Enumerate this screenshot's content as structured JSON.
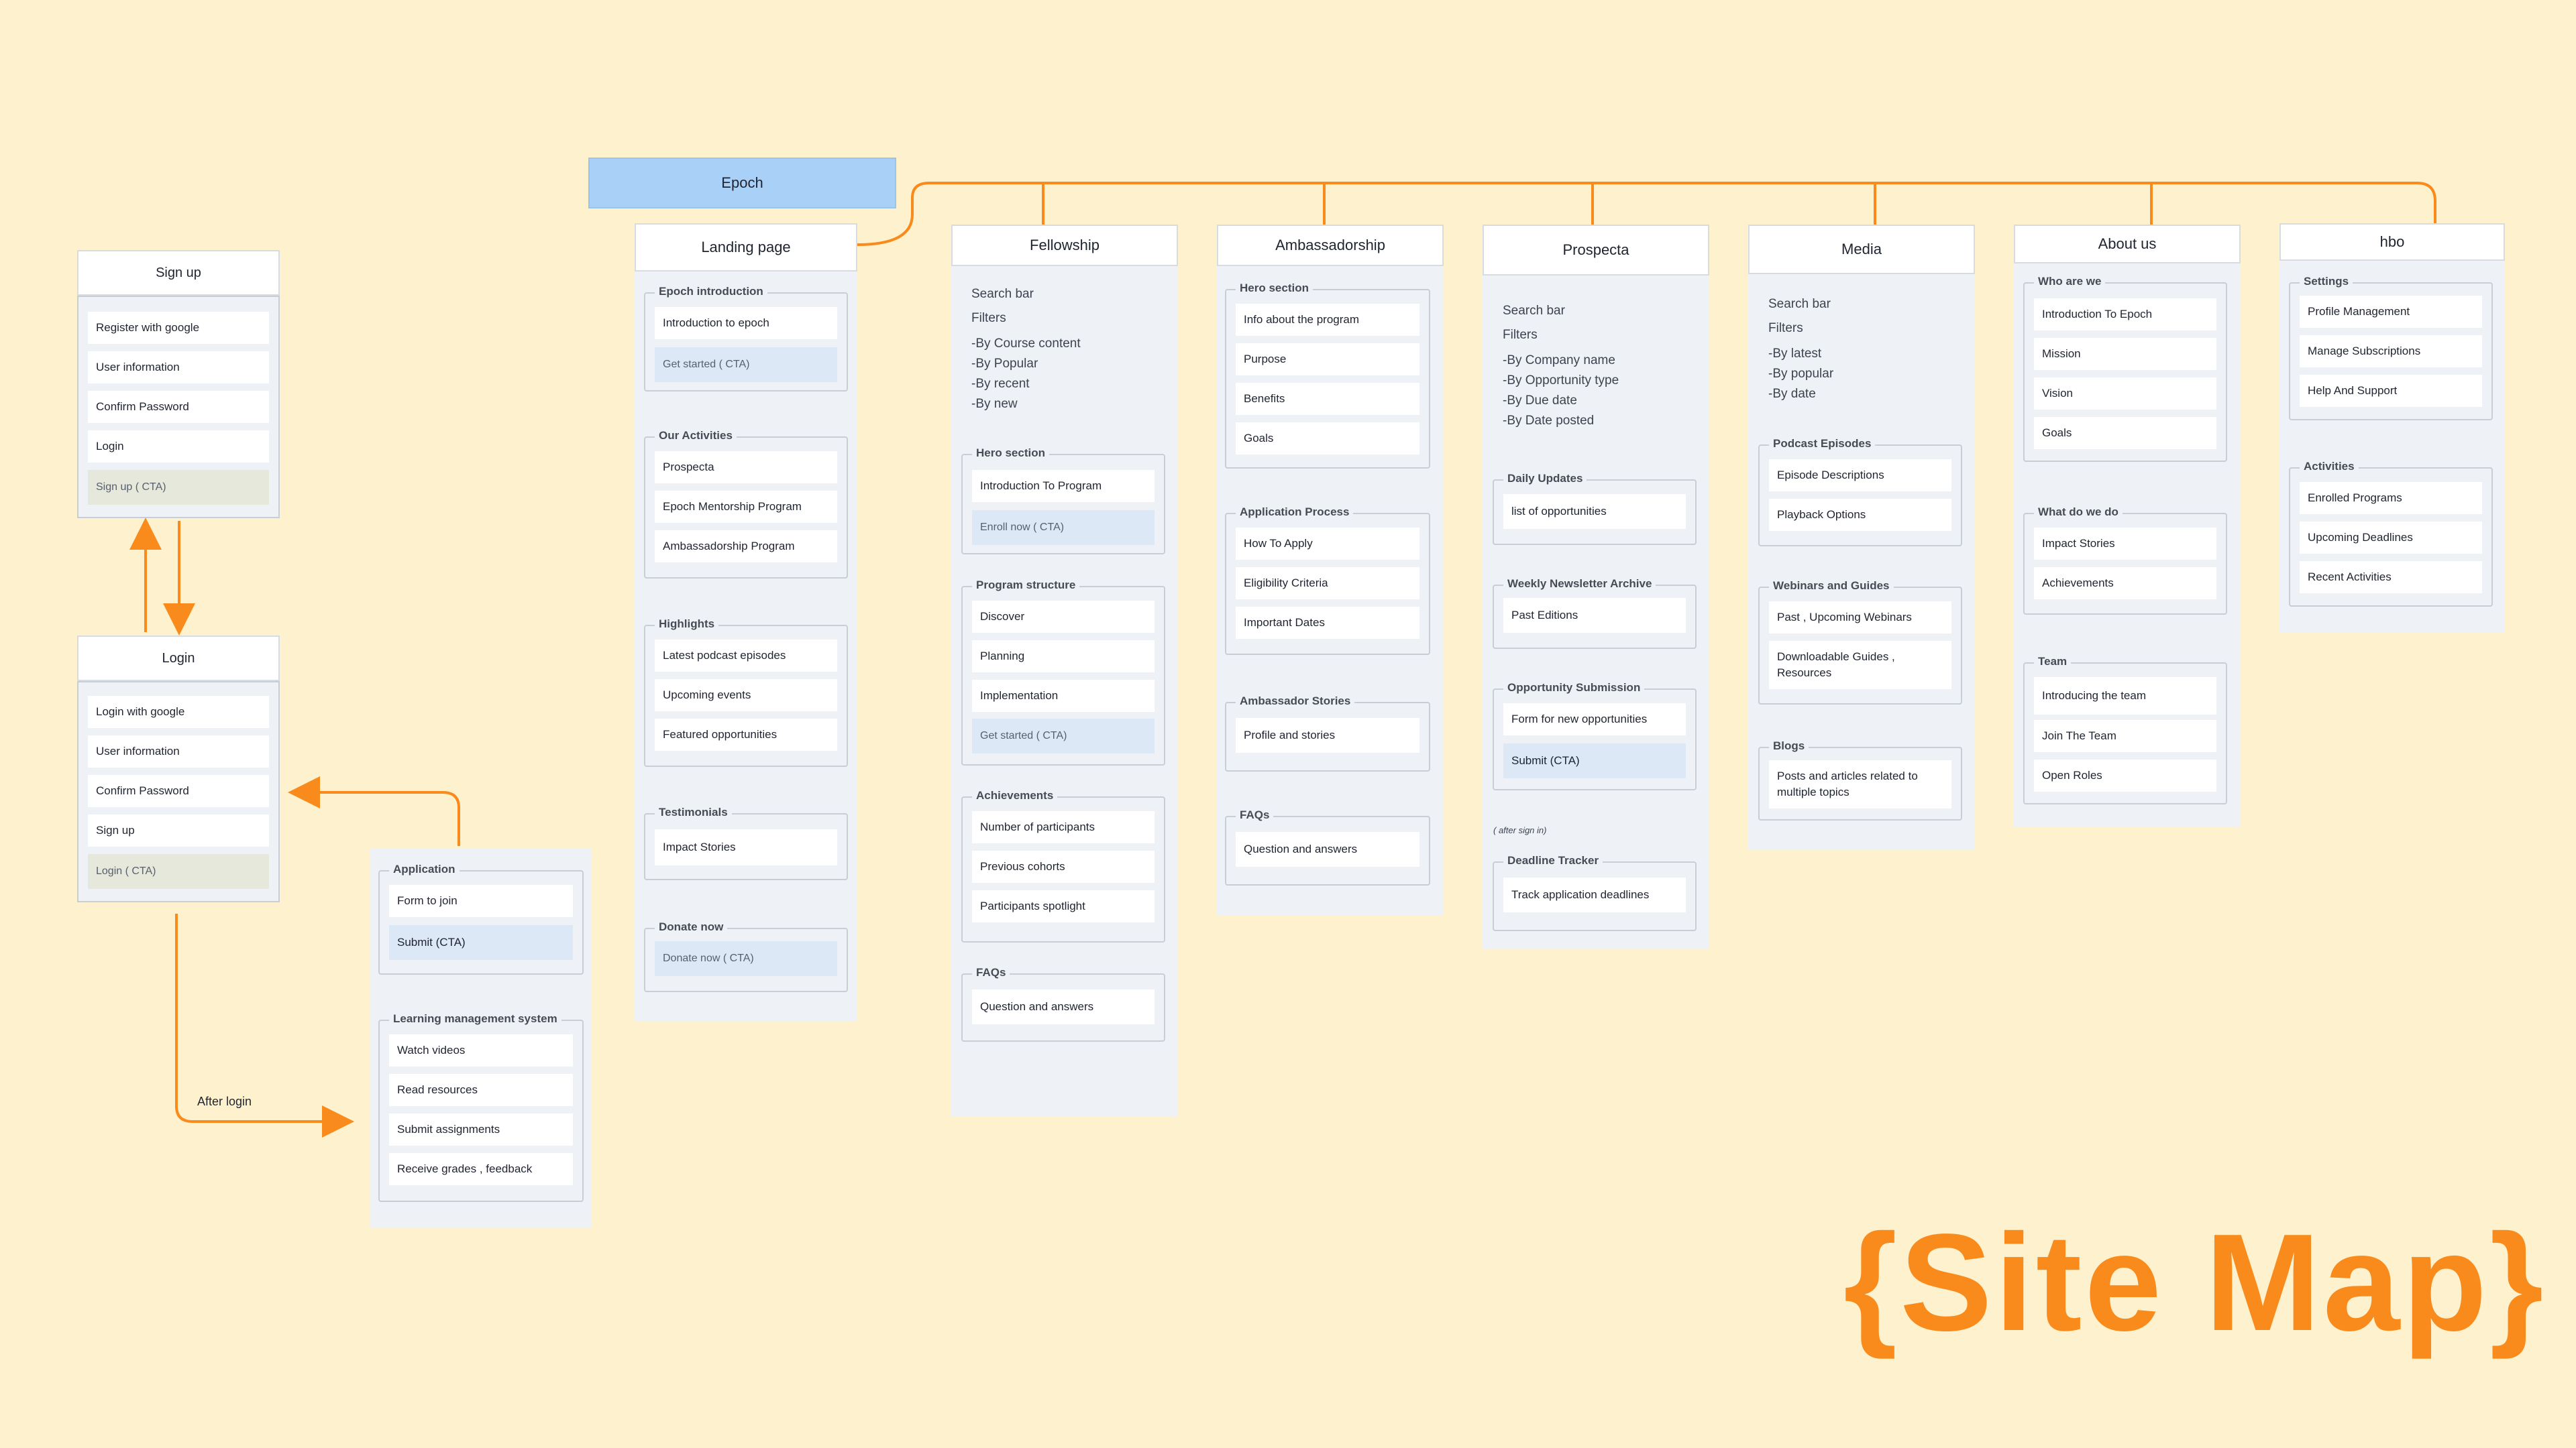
{
  "title": "{Site Map}",
  "root": "Epoch",
  "after_login": "After login",
  "colors": {
    "background": "#FEF1CD",
    "connector": "#F98A1C",
    "root": "#A9D1F7",
    "cta": "#DCE8F5"
  },
  "signup": {
    "title": "Sign up",
    "items": [
      "Register with google",
      "User information",
      "Confirm Password",
      "Login",
      "Sign up ( CTA)"
    ]
  },
  "login": {
    "title": "Login",
    "items": [
      "Login with google",
      "User information",
      "Confirm Password",
      "Sign up",
      "Login ( CTA)"
    ]
  },
  "application": {
    "title": "Application",
    "items": [
      "Form to join",
      "Submit (CTA)"
    ]
  },
  "lms": {
    "title": "Learning management system",
    "items": [
      "Watch videos",
      "Read resources",
      "Submit assignments",
      "Receive grades , feedback"
    ]
  },
  "landing": {
    "title": "Landing page",
    "epoch_intro": {
      "title": "Epoch introduction",
      "items": [
        "Introduction to epoch",
        "Get started ( CTA)"
      ]
    },
    "activities": {
      "title": "Our Activities",
      "items": [
        "Prospecta",
        "Epoch Mentorship Program",
        "Ambassadorship Program"
      ]
    },
    "highlights": {
      "title": "Highlights",
      "items": [
        "Latest podcast episodes",
        "Upcoming events",
        "Featured opportunities"
      ]
    },
    "testimonials": {
      "title": "Testimonials",
      "items": [
        "Impact Stories"
      ]
    },
    "donate": {
      "title": "Donate now",
      "items": [
        "Donate now ( CTA)"
      ]
    }
  },
  "fellowship": {
    "title": "Fellowship",
    "search": "Search bar",
    "filters": "Filters",
    "filter_items": [
      "-By Course content",
      "-By Popular",
      "-By recent",
      "-By new"
    ],
    "hero": {
      "title": "Hero section",
      "items": [
        "Introduction To Program",
        "Enroll now ( CTA)"
      ]
    },
    "structure": {
      "title": "Program structure",
      "items": [
        "Discover",
        "Planning",
        "Implementation",
        "Get started ( CTA)"
      ]
    },
    "achievements": {
      "title": "Achievements",
      "items": [
        "Number of participants",
        "Previous cohorts",
        "Participants spotlight"
      ]
    },
    "faqs": {
      "title": "FAQs",
      "items": [
        "Question and answers"
      ]
    }
  },
  "ambassadorship": {
    "title": "Ambassadorship",
    "hero": {
      "title": "Hero section",
      "items": [
        "Info about the program",
        "Purpose",
        "Benefits",
        "Goals"
      ]
    },
    "process": {
      "title": "Application Process",
      "items": [
        "How To Apply",
        "Eligibility Criteria",
        "Important Dates"
      ]
    },
    "stories": {
      "title": "Ambassador Stories",
      "items": [
        "Profile and stories"
      ]
    },
    "faqs": {
      "title": "FAQs",
      "items": [
        "Question and answers"
      ]
    }
  },
  "prospecta": {
    "title": "Prospecta",
    "search": "Search bar",
    "filters": "Filters",
    "filter_items": [
      "-By Company name",
      "-By Opportunity type",
      "-By Due date",
      "-By Date posted"
    ],
    "daily": {
      "title": "Daily Updates",
      "items": [
        "list of opportunities"
      ]
    },
    "newsletter": {
      "title": "Weekly Newsletter Archive",
      "items": [
        "Past Editions"
      ]
    },
    "submission": {
      "title": "Opportunity Submission",
      "items": [
        "Form for new opportunities",
        "Submit (CTA)"
      ]
    },
    "note": "( after sign in)",
    "deadline": {
      "title": "Deadline Tracker",
      "items": [
        "Track application deadlines"
      ]
    }
  },
  "media": {
    "title": "Media",
    "search": "Search bar",
    "filters": "Filters",
    "filter_items": [
      "-By latest",
      "-By popular",
      "-By date"
    ],
    "podcast": {
      "title": "Podcast Episodes",
      "items": [
        "Episode Descriptions",
        "Playback Options"
      ]
    },
    "webinars": {
      "title": "Webinars and Guides",
      "items": [
        "Past , Upcoming Webinars",
        "Downloadable Guides , Resources"
      ]
    },
    "blogs": {
      "title": "Blogs",
      "items": [
        "Posts and articles related to multiple topics"
      ]
    }
  },
  "about": {
    "title": "About us",
    "who": {
      "title": "Who are we",
      "items": [
        "Introduction To Epoch",
        "Mission",
        "Vision",
        "Goals"
      ]
    },
    "what": {
      "title": "What do we do",
      "items": [
        "Impact Stories",
        "Achievements"
      ]
    },
    "team": {
      "title": "Team",
      "items": [
        "Introducing the team",
        "Join The Team",
        "Open Roles"
      ]
    }
  },
  "hbo": {
    "title": "hbo",
    "settings": {
      "title": "Settings",
      "items": [
        "Profile Management",
        "Manage Subscriptions",
        "Help And Support"
      ]
    },
    "activities": {
      "title": "Activities",
      "items": [
        "Enrolled Programs",
        "Upcoming Deadlines",
        "Recent Activities"
      ]
    }
  }
}
